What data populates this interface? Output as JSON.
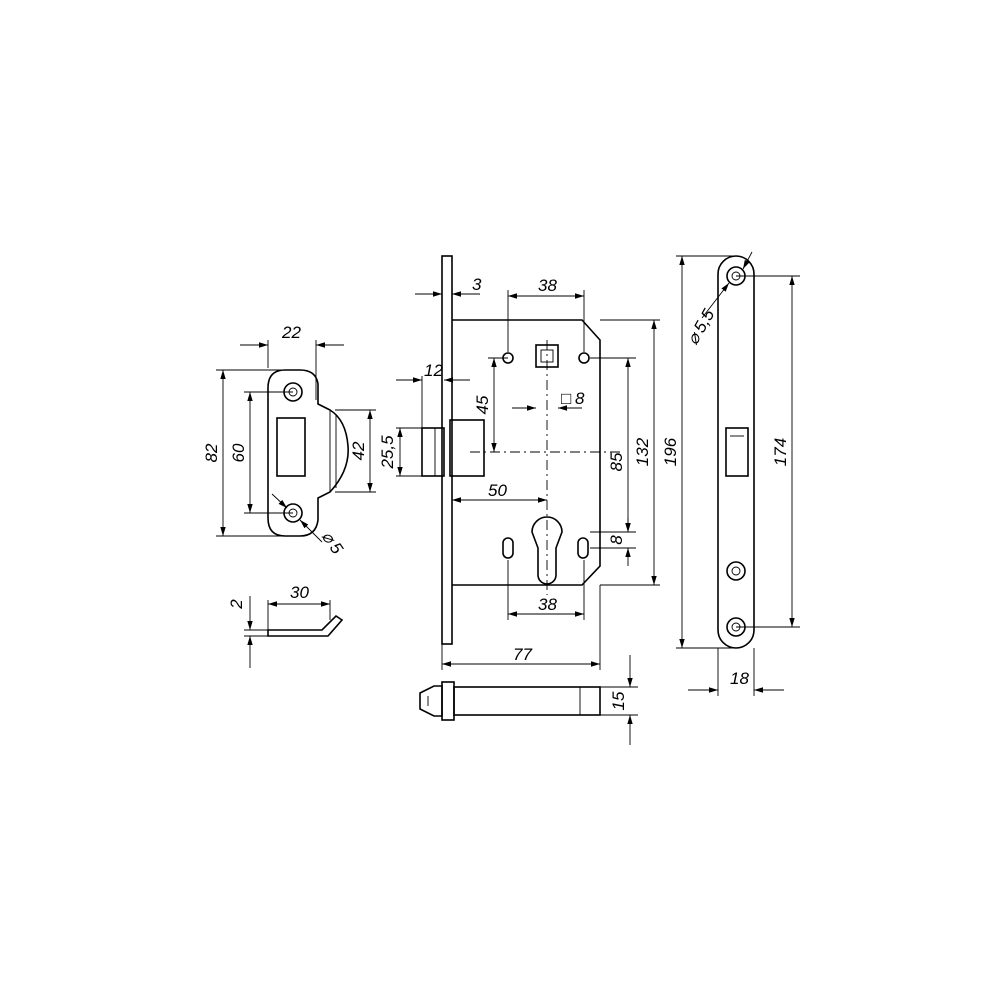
{
  "dimensions": {
    "strike_width": "22",
    "strike_height": "82",
    "strike_hole_spacing": "60",
    "strike_opening": "42",
    "strike_hole_dia": "5",
    "strike_thickness": "2",
    "strike_depth": "30",
    "faceplate_thickness": "3",
    "top_hole_spacing": "38",
    "latch_projection": "12",
    "latch_height": "25,5",
    "spindle_to_top": "45",
    "spindle_square": "8",
    "backset": "50",
    "center_distance": "85",
    "case_height": "132",
    "faceplate_height": "196",
    "cylinder_hole_offset": "8",
    "bottom_hole_spacing": "38",
    "case_depth": "77",
    "case_thickness": "15",
    "fp_hole_dia": "5,5",
    "fp_hole_spacing": "174",
    "faceplate_width": "18"
  },
  "symbols": {
    "diameter": "⌀",
    "square": "□"
  }
}
